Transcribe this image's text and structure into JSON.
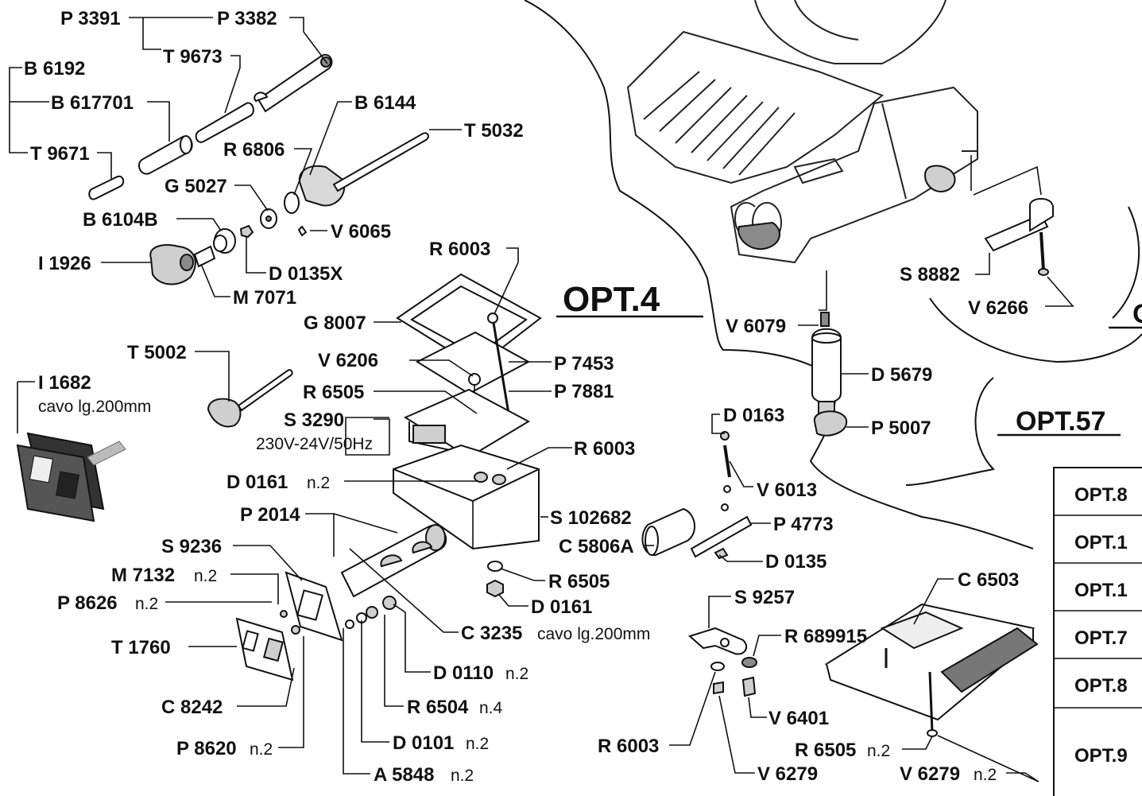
{
  "labels": {
    "p3391": "P 3391",
    "p3382": "P 3382",
    "t9673": "T 9673",
    "b6192": "B 6192",
    "b617701": "B 617701",
    "t9671": "T 9671",
    "b6144": "B 6144",
    "t5032": "T 5032",
    "r6806": "R 6806",
    "g5027": "G 5027",
    "b6104b": "B 6104B",
    "v6065": "V 6065",
    "i1926": "I 1926",
    "d0135x": "D 0135X",
    "m7071": "M 7071",
    "r6003_top": "R 6003",
    "g8007": "G 8007",
    "t5002": "T 5002",
    "v6206": "V 6206",
    "p7453": "P 7453",
    "r6505_a": "R 6505",
    "p7881": "P 7881",
    "i1682": "I 1682",
    "s3290": "S 3290",
    "r6003_mid": "R 6003",
    "d0161_a": "D 0161",
    "p2014": "P 2014",
    "s102682": "S 102682",
    "s9236": "S 9236",
    "m7132": "M 7132",
    "p8626": "P 8626",
    "t1760": "T 1760",
    "c8242": "C 8242",
    "p8620": "P 8620",
    "a5848": "A 5848",
    "d0101": "D 0101",
    "r6504": "R 6504",
    "d0110": "D 0110",
    "c3235": "C 3235",
    "r6505_b": "R 6505",
    "d0161_b": "D 0161",
    "v6079": "V 6079",
    "d5679": "D 5679",
    "p5007": "P 5007",
    "s8882": "S 8882",
    "v6266": "V 6266",
    "d0163": "D 0163",
    "v6013": "V 6013",
    "p4773": "P 4773",
    "c5806a": "C 5806A",
    "d0135": "D 0135",
    "s9257": "S 9257",
    "r689915": "R 689915",
    "v6401": "V 6401",
    "r6003_bot": "R 6003",
    "v6279_a": "V 6279",
    "c6503": "C 6503",
    "r6505_c": "R 6505",
    "v6279_b": "V 6279"
  },
  "notes": {
    "cavo_i1682": "cavo lg.200mm",
    "transformer": "230V-24V/50Hz",
    "n2_d0161": "n.2",
    "n2_m7132": "n.2",
    "n2_p8626": "n.2",
    "n2_p8620": "n.2",
    "n2_a5848": "n.2",
    "n2_d0101": "n.2",
    "n4_r6504": "n.4",
    "n2_d0110": "n.2",
    "cavo_c3235": "cavo lg.200mm",
    "n2_r6505": "n.2",
    "n2_v6279": "n.2"
  },
  "options": {
    "opt4": "OPT.4",
    "opt57": "OPT.57",
    "opt_partial": "O"
  },
  "option_table": [
    "OPT.8",
    "OPT.1",
    "OPT.1",
    "OPT.7",
    "OPT.8",
    "OPT.9"
  ]
}
